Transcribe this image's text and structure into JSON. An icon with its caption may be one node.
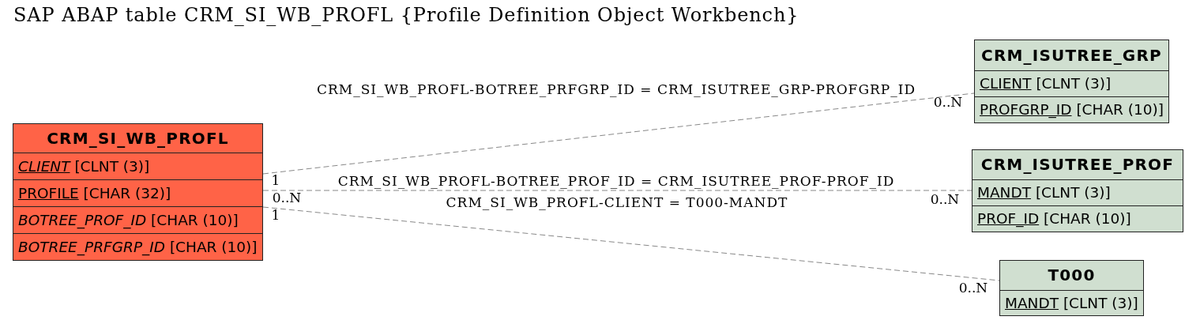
{
  "diagram": {
    "title": "SAP ABAP table CRM_SI_WB_PROFL {Profile Definition Object Workbench}",
    "nodes": [
      {
        "text": [
          "CRM_SI_WB_PROFL",
          "*CLIENT* [CLNT (3)]",
          "PROFILE [CHAR (32)]",
          "*BOTREE_PROF_ID* [CHAR (10)]",
          "*BOTREE_PRFGRP_ID* [CHAR (10)]"
        ]
      },
      {
        "text": [
          "CRM_ISUTREE_GRP",
          "CLIENT [CLNT (3)]",
          "PROFGRP_ID [CHAR (10)]"
        ]
      },
      {
        "text": [
          "CRM_ISUTREE_PROF",
          "MANDT [CLNT (3)]",
          "PROF_ID [CHAR (10)]"
        ]
      },
      {
        "text": [
          "T000",
          "MANDT [CLNT (3)]"
        ]
      }
    ],
    "edges": [
      {
        "from": 0,
        "to": 1,
        "arrow": "none",
        "style": "dashed",
        "label": "CRM_SI_WB_PROFL-BOTREE_PRFGRP_ID = CRM_ISUTREE_GRP-PROFGRP_ID"
      },
      {
        "from": 0,
        "to": 2,
        "arrow": "none",
        "style": "dashed",
        "label": "CRM_SI_WB_PROFL-BOTREE_PROF_ID = CRM_ISUTREE_PROF-PROF_ID"
      },
      {
        "from": 0,
        "to": 3,
        "arrow": "none",
        "style": "dashed",
        "label": "CRM_SI_WB_PROFL-CLIENT = T000-MANDT"
      }
    ],
    "labels": [
      "0..N",
      "1",
      "0..N",
      "0..N",
      "1",
      "0..N"
    ]
  }
}
